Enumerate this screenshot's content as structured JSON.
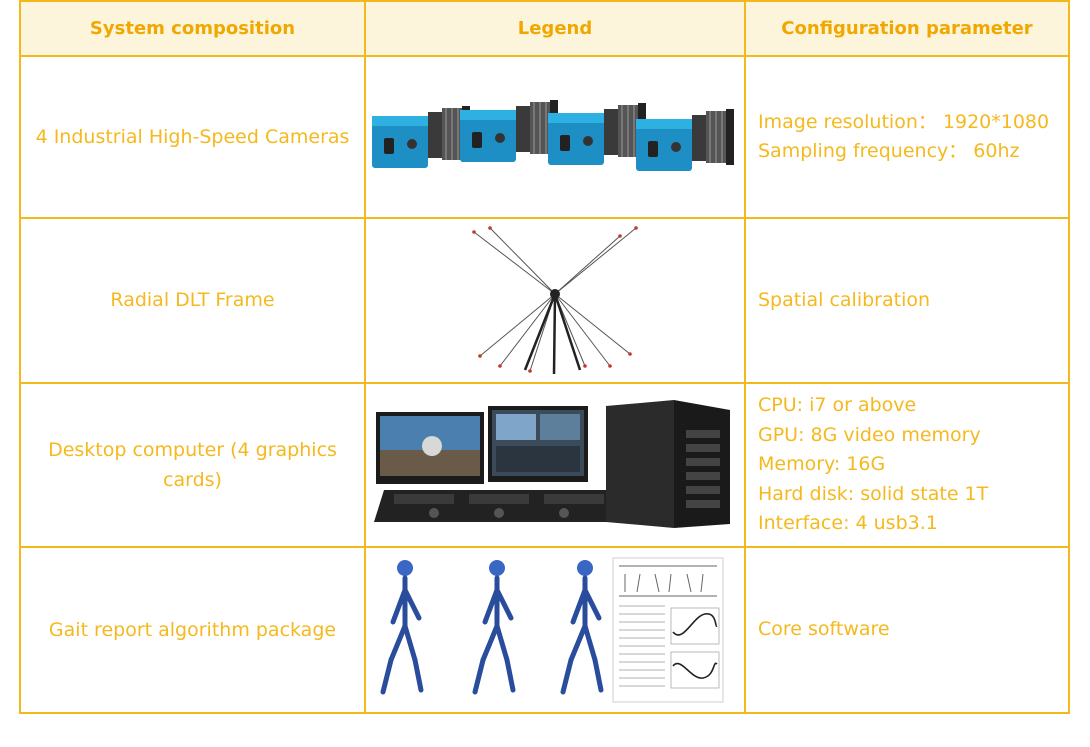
{
  "headers": {
    "composition": "System composition",
    "legend": "Legend",
    "parameter": "Configuration parameter"
  },
  "rows": [
    {
      "name": "4 Industrial High-Speed Cameras",
      "image": "industrial-cameras",
      "params": [
        "Image resolution：  1920*1080",
        "Sampling frequency：  60hz"
      ]
    },
    {
      "name": "Radial DLT Frame",
      "image": "dlt-frame",
      "params": [
        "Spatial calibration"
      ]
    },
    {
      "name": "Desktop computer (4 graphics cards)",
      "image": "desktop-computer",
      "params": [
        "CPU: i7 or above",
        "GPU: 8G video memory",
        "Memory: 16G",
        "Hard disk: solid state 1T",
        "Interface: 4 usb3.1"
      ]
    },
    {
      "name": "Gait report algorithm package",
      "image": "gait-report",
      "params": [
        "Core software"
      ]
    }
  ],
  "colors": {
    "border": "#f3b81c",
    "header_bg": "#fcf5db",
    "text": "#f5b91e",
    "header_text": "#f0a800"
  }
}
